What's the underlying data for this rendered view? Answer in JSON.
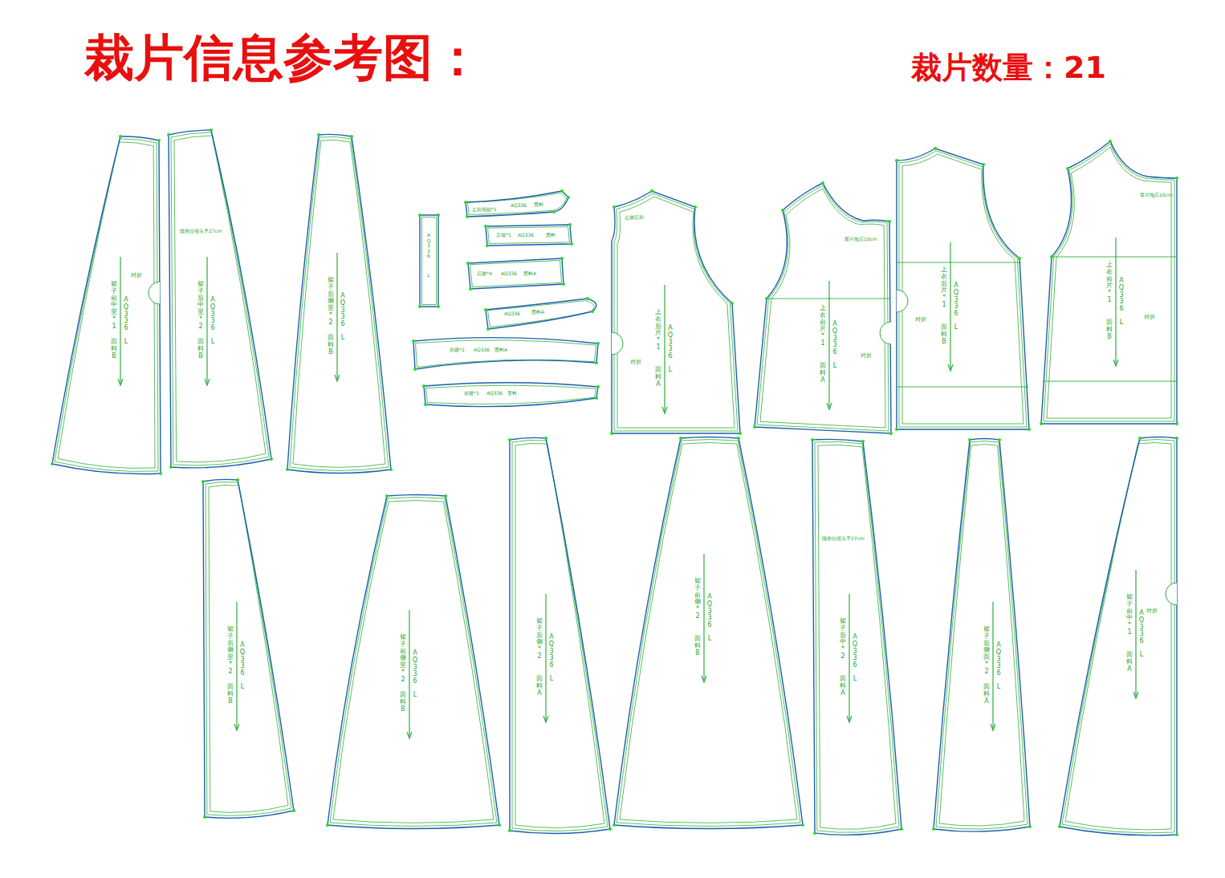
{
  "diagram": {
    "title": "裁片信息参考图：",
    "nodes": [
      {
        "text": [
          "裙子前中里*1",
          "AQ336",
          "L",
          "面料B",
          "对折"
        ]
      },
      {
        "text": [
          "裙子后中里*2",
          "AQ336",
          "L",
          "面料B",
          "隐形拉链头子27cm"
        ]
      },
      {
        "text": [
          "裙子后侧里*2",
          "AQ336",
          "L",
          "面料B"
        ]
      },
      {
        "text": [
          "AQ336",
          "L"
        ]
      },
      {
        "text": [
          "左前领贴*1",
          "AQ336",
          "面料"
        ]
      },
      {
        "text": [
          "后领*1",
          "AQ336",
          "面料"
        ]
      },
      {
        "text": [
          "后腰*4",
          "AQ336",
          "面料A"
        ]
      },
      {
        "text": [
          "AQ336",
          "面料A"
        ]
      },
      {
        "text": [
          "前腰*2",
          "AQ336",
          "面料A"
        ]
      },
      {
        "text": [
          "前腰*1",
          "AQ336",
          "里料"
        ]
      },
      {
        "text": [
          "上衣后片*1",
          "AQ336",
          "L",
          "面料A",
          "左侧后和",
          "对折"
        ]
      },
      {
        "text": [
          "上衣前片*1",
          "AQ336",
          "L",
          "面料A",
          "蕾片拖后10cm",
          "对折"
        ]
      },
      {
        "text": [
          "上衣后片*1",
          "AQ336",
          "L",
          "面料B",
          "对折"
        ]
      },
      {
        "text": [
          "上衣前片*1",
          "AQ336",
          "L",
          "面料B",
          "蕾片拖后10cm",
          "对折"
        ]
      },
      {
        "text": [
          "裙子后侧里*2",
          "AQ336",
          "L",
          "面料B"
        ]
      },
      {
        "text": [
          "裙子前侧里*2",
          "AQ336",
          "L",
          "面料B"
        ]
      },
      {
        "text": [
          "裙子后侧*2",
          "AQ336",
          "L",
          "面料A"
        ]
      },
      {
        "text": [
          "裙子前侧*2",
          "AQ336",
          "L",
          "面料B"
        ]
      },
      {
        "text": [
          "裙子后中*2",
          "AQ336",
          "L",
          "面料A",
          "隐形拉链头子27cm"
        ]
      },
      {
        "text": [
          "裙子后侧面*2",
          "AQ336",
          "L",
          "面料A"
        ]
      },
      {
        "text": [
          "裙子前中*1",
          "AQ336",
          "L",
          "面料A",
          "对折"
        ]
      }
    ],
    "labels": [
      "裁片数量：21"
    ]
  }
}
